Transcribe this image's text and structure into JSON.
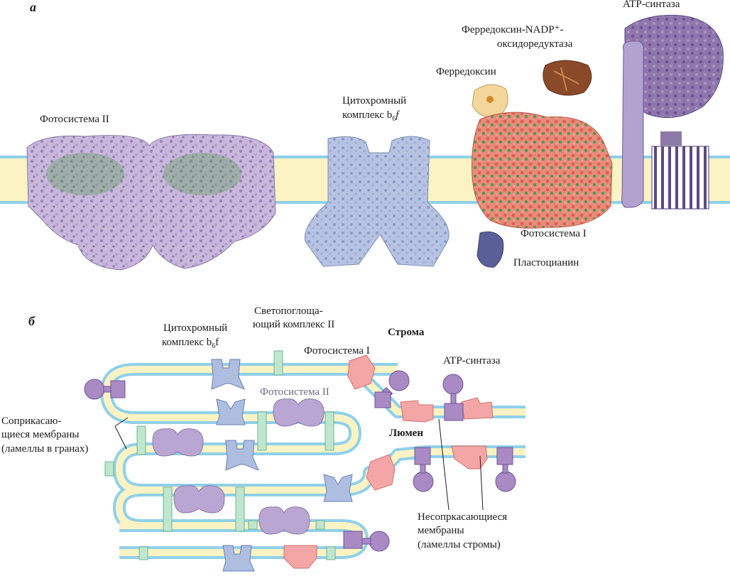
{
  "panel_a": {
    "letter": "а",
    "labels": {
      "photosystem_ii": "Фотосистема II",
      "cytochrome_line1": "Цитохромный",
      "cytochrome_line2": "комплекс b",
      "cytochrome_sub": "6",
      "cytochrome_f": "f",
      "ferredoxin": "Ферредоксин",
      "fnr_line1": "Ферредоксин-NADP⁺-",
      "fnr_line2": "оксидоредуктаза",
      "atp_synthase": "ATP-синтаза",
      "photosystem_i": "Фотосистема I",
      "plastocyanin": "Пластоцианин"
    }
  },
  "panel_b": {
    "letter": "б",
    "labels": {
      "cytochrome_line1": "Цитохромный",
      "cytochrome_line2": "комплекс b",
      "cytochrome_sub": "6",
      "cytochrome_f": "f",
      "lhc_line1": "Светопоглоща-",
      "lhc_line2": "ющий комплекс II",
      "stroma": "Строма",
      "photosystem_i": "Фотосистема I",
      "atp_synthase": "ATP-синтаза",
      "photosystem_ii": "Фотосистема II",
      "appressed_line1": "Соприкасаю-",
      "appressed_line2": "щиеся мембраны",
      "appressed_line3": "(ламеллы в гранах)",
      "lumen": "Люмен",
      "nonappressed_line1": "Несопркасающиеся",
      "nonappressed_line2": "мембраны",
      "nonappressed_line3": "(ламеллы стромы)"
    }
  },
  "colors": {
    "membrane_fill": "#fbf3c4",
    "membrane_edge": "#8fd0ea",
    "photosystem_ii": "#b9a6d2",
    "cytochrome": "#aebee0",
    "photosystem_i": "#f4a6a6",
    "atp_synthase": "#a98ac4",
    "lhc": "#bfe6cf",
    "ps1_structure": "#e77a6c",
    "chlorophyll": "#4f9a4a"
  }
}
